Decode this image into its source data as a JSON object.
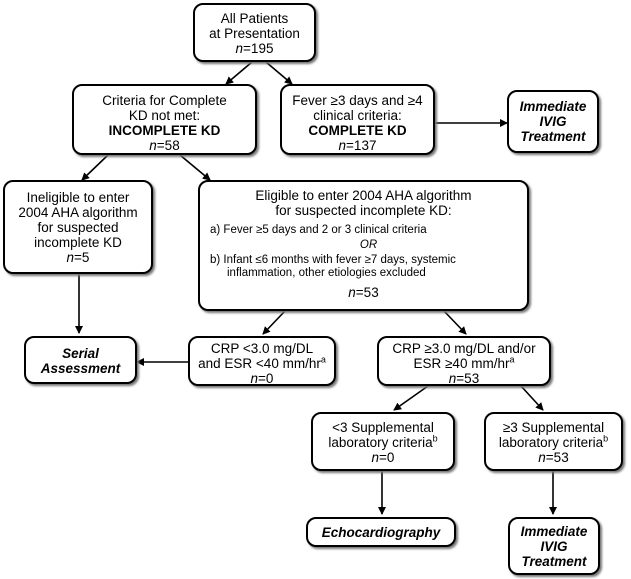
{
  "all_patients": {
    "l1": "All Patients",
    "l2": "at Presentation",
    "n_label": "n",
    "n_value": "=195"
  },
  "incomplete_kd": {
    "l1": "Criteria for Complete",
    "l2": "KD not met:",
    "l3": "INCOMPLETE KD",
    "n_label": "n",
    "n_value": "=58"
  },
  "complete_kd": {
    "l1": "Fever ≥3 days and ≥4",
    "l2": "clinical criteria:",
    "l3": "COMPLETE KD",
    "n_label": "n",
    "n_value": "=137"
  },
  "ivig_top": {
    "l1": "Immediate",
    "l2": "IVIG",
    "l3": "Treatment"
  },
  "ineligible": {
    "l1": "Ineligible to enter",
    "l2": "2004 AHA algorithm",
    "l3": "for suspected",
    "l4": "incomplete KD",
    "n_label": "n",
    "n_value": "=5"
  },
  "eligible": {
    "l1": "Eligible to enter 2004 AHA algorithm",
    "l2": "for suspected incomplete KD:",
    "opt_a": "a)  Fever ≥5 days and 2 or 3 clinical criteria",
    "or": "OR",
    "opt_b1": "b)  Infant ≤6 months with fever ≥7 days, systemic",
    "opt_b2": "inflammation, other etiologies excluded",
    "n_label": "n",
    "n_value": "=53"
  },
  "serial": {
    "l1": "Serial",
    "l2": "Assessment"
  },
  "crp_low": {
    "l1": "CRP <3.0 mg/DL",
    "l2": "and ESR <40 mm/hr",
    "sup": "a",
    "n_label": "n",
    "n_value": "=0"
  },
  "crp_high": {
    "l1": "CRP ≥3.0 mg/DL and/or",
    "l2": "ESR ≥40 mm/hr",
    "sup": "a",
    "n_label": "n",
    "n_value": "=53"
  },
  "supp_low": {
    "l1": "<3 Supplemental",
    "l2": "laboratory criteria",
    "sup": "b",
    "n_label": "n",
    "n_value": "=0"
  },
  "supp_high": {
    "l1": "≥3 Supplemental",
    "l2": "laboratory criteria",
    "sup": "b",
    "n_label": "n",
    "n_value": "=53"
  },
  "echo": {
    "l1": "Echocardiography"
  },
  "ivig_bottom": {
    "l1": "Immediate",
    "l2": "IVIG",
    "l3": "Treatment"
  }
}
